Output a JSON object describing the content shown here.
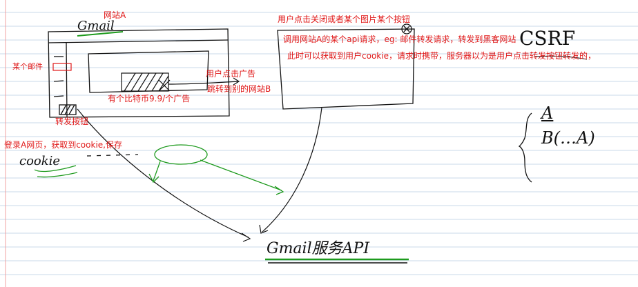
{
  "colors": {
    "ink": "#111111",
    "red": "#e01818",
    "green": "#1d9a1d",
    "rule": "#c9d8ea",
    "margin": "#f0a0a0"
  },
  "labels": {
    "site_a": "网站A",
    "gmail_logo": "Gmail",
    "some_mail": "某个邮件",
    "forward_btn": "转发按钮",
    "ad": "有个比特币9.9/个广告",
    "user_click_ad": "用户点击广告",
    "jump_to_b": "跳转到别的网站B",
    "login_a": "登录A网页，获取到cookie,保存",
    "cookie_hand": "cookie",
    "click_close": "用户点击关闭或者某个图片某个按钮",
    "call_api": "调用网站A的某个api请求，eg: 邮件转发请求，转发到黑客网站",
    "cookie_note": "此时可以获取到用户cookie，请求时携带，服务器以为是用户点击转发按钮转发的，",
    "gmail_api": "Gmail服务API",
    "csrf": "CSRF",
    "brace_a": "A",
    "brace_b": "B(…A)"
  }
}
